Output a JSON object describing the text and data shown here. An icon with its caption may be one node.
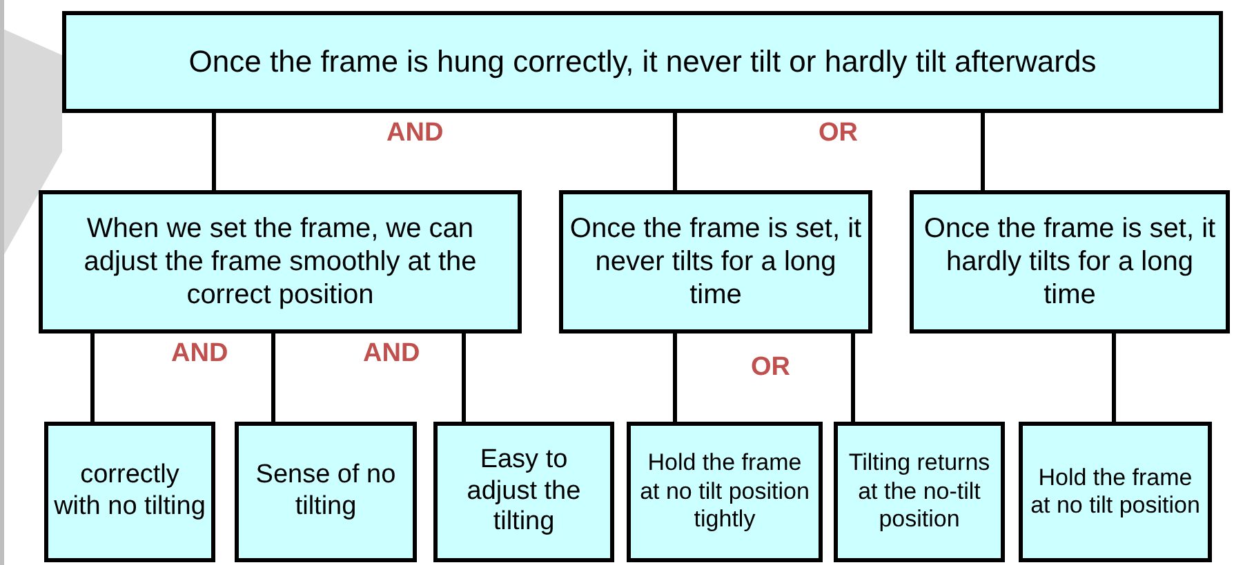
{
  "diagram": {
    "nodes": [
      {
        "text": [
          "Once the frame is hung correctly, it never tilt or hardly tilt afterwards"
        ]
      },
      {
        "text": [
          "When we set the frame, we can adjust the frame smoothly at the correct position"
        ]
      },
      {
        "text": [
          "Once the frame is set, it never tilts for a long time"
        ]
      },
      {
        "text": [
          "Once the frame is set, it hardly tilts for a long time"
        ]
      },
      {
        "text": [
          "correctly with no tilting"
        ]
      },
      {
        "text": [
          "Sense of no tilting"
        ]
      },
      {
        "text": [
          "Easy to adjust the tilting"
        ]
      },
      {
        "text": [
          "Hold the frame at no tilt position tightly"
        ]
      },
      {
        "text": [
          "Tilting returns at the no-tilt position"
        ]
      },
      {
        "text": [
          "Hold the frame at no tilt position"
        ]
      }
    ],
    "edges": [
      {
        "from": 0,
        "to": 1,
        "arrow": "none"
      },
      {
        "from": 0,
        "to": 2,
        "arrow": "none"
      },
      {
        "from": 0,
        "to": 3,
        "arrow": "none"
      },
      {
        "from": 1,
        "to": 4,
        "arrow": "none"
      },
      {
        "from": 1,
        "to": 5,
        "arrow": "none"
      },
      {
        "from": 1,
        "to": 6,
        "arrow": "none"
      },
      {
        "from": 2,
        "to": 7,
        "arrow": "none"
      },
      {
        "from": 2,
        "to": 8,
        "arrow": "none"
      },
      {
        "from": 3,
        "to": 9,
        "arrow": "none"
      }
    ],
    "labels": [
      "AND",
      "OR",
      "AND",
      "AND",
      "OR"
    ]
  }
}
